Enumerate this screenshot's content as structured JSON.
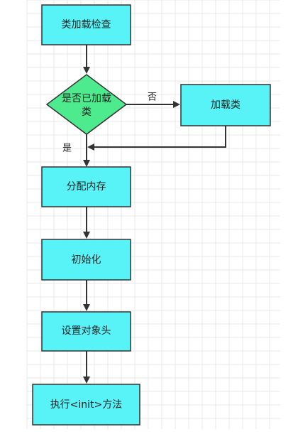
{
  "diagram": {
    "type": "flowchart",
    "colors": {
      "process_fill": "#58F3F6",
      "decision_fill": "#4DEB8E",
      "stroke": "#333333",
      "arrow": "#333333",
      "grid": "#E9E9E9"
    },
    "nodes": {
      "class_load_check": {
        "label": "类加载检查"
      },
      "is_loaded": {
        "label_line1": "是否已加载",
        "label_line2": "类"
      },
      "load_class": {
        "label": "加载类"
      },
      "allocate_memory": {
        "label": "分配内存"
      },
      "initialize": {
        "label": "初始化"
      },
      "set_object_header": {
        "label": "设置对象头"
      },
      "execute_init": {
        "label": "执行<init>方法"
      }
    },
    "edges": {
      "no_label": "否",
      "yes_label": "是"
    }
  }
}
